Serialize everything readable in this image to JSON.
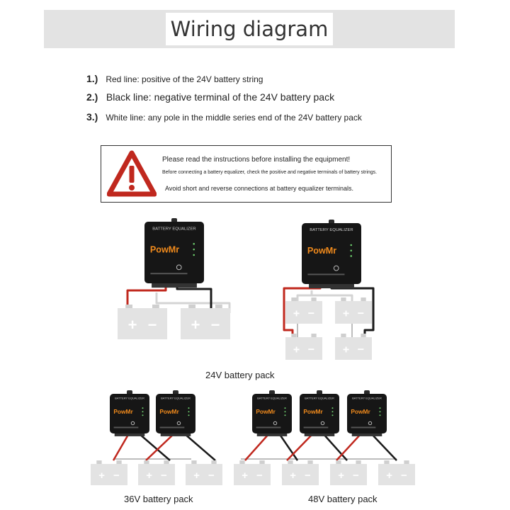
{
  "header": {
    "title": "Wiring diagram"
  },
  "lines": [
    {
      "num": "1.)",
      "text": "Red line: positive of the 24V battery string"
    },
    {
      "num": "2.)",
      "text": "Black line: negative terminal of the 24V battery pack"
    },
    {
      "num": "3.)",
      "text": "White line: any pole in the middle series end of the 24V battery pack"
    }
  ],
  "warning": {
    "title": "Please read the instructions before installing the equipment!",
    "detail": "Before connecting a battery equalizer, check the positive and negative terminals of battery strings.",
    "note": "Avoid short and reverse connections at battery equalizer terminals."
  },
  "device": {
    "label": "BATTERY EQUALIZER",
    "brand": "PowMr"
  },
  "battery": {
    "plus": "+",
    "minus": "−"
  },
  "captions": {
    "pack24": "24V battery pack",
    "pack36": "36V battery pack",
    "pack48": "48V battery pack"
  },
  "colors": {
    "red_wire": "#c0281e",
    "black_wire": "#1a1a1a",
    "white_wire": "#d4d4d4",
    "battery": "#e3e3e3",
    "device": "#161616",
    "brand": "#f08a1c",
    "warning": "#c0281e"
  }
}
